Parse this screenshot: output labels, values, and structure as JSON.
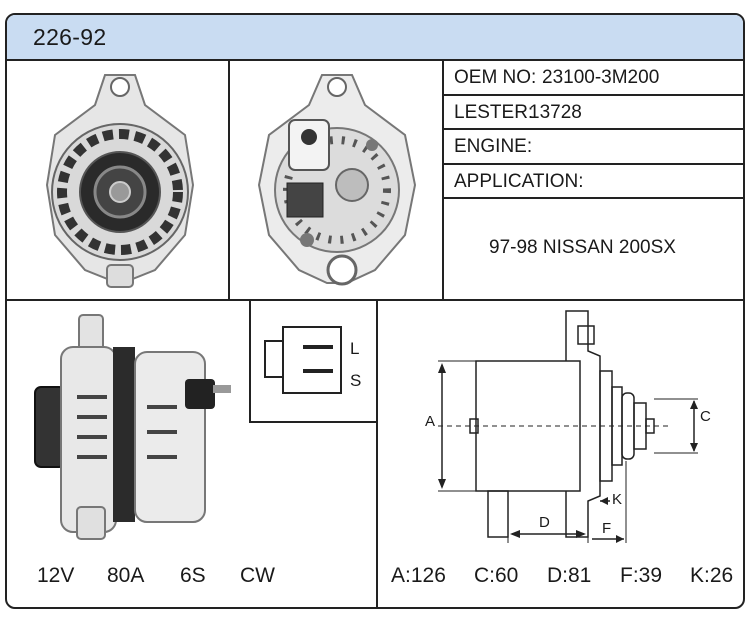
{
  "part_number": "226-92",
  "info": {
    "oem_label": "OEM NO:",
    "oem_value": "23100-3M200",
    "lester_label": "LESTER:",
    "lester_value": "13728",
    "engine_label": "ENGINE:",
    "engine_value": "",
    "application_label": "APPLICATION:",
    "application_value": "97-98 NISSAN 200SX"
  },
  "connector": {
    "pin_l": "L",
    "pin_s": "S"
  },
  "electrical": {
    "voltage": "12V",
    "amperage": "80A",
    "pulley": "6S",
    "rotation": "CW"
  },
  "dimension_labels": {
    "a": "A",
    "c": "C",
    "d": "D",
    "f": "F",
    "k": "K"
  },
  "dimensions": {
    "a": "A:126",
    "c": "C:60",
    "d": "D:81",
    "f": "F:39",
    "k": "K:26"
  },
  "colors": {
    "header_bg": "#c9dcf2",
    "line": "#222222"
  }
}
